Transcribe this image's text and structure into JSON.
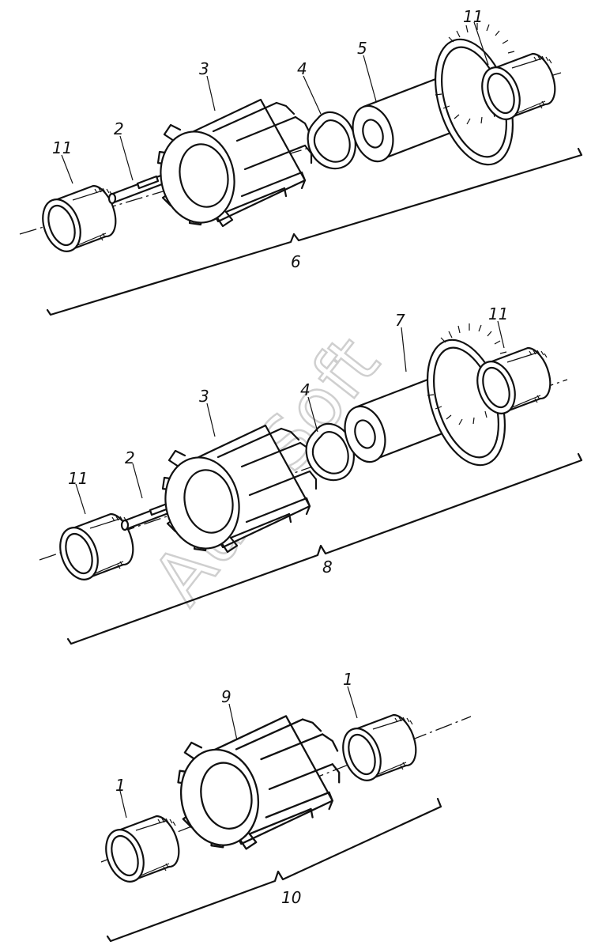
{
  "assemblies": [
    {
      "group_label": "6",
      "parts": [
        {
          "key": "ring_left",
          "label": "11"
        },
        {
          "key": "shaft",
          "label": "2"
        },
        {
          "key": "wheel",
          "label": "3"
        },
        {
          "key": "seal",
          "label": "4"
        },
        {
          "key": "sprocket_hub",
          "label": "5"
        },
        {
          "key": "ring_right",
          "label": "11"
        }
      ]
    },
    {
      "group_label": "8",
      "parts": [
        {
          "key": "ring_left",
          "label": "11"
        },
        {
          "key": "shaft",
          "label": "2"
        },
        {
          "key": "wheel",
          "label": "3"
        },
        {
          "key": "seal",
          "label": "4"
        },
        {
          "key": "sprocket_hub",
          "label": "7"
        },
        {
          "key": "ring_right",
          "label": "11"
        }
      ]
    },
    {
      "group_label": "10",
      "parts": [
        {
          "key": "ring_left",
          "label": "1"
        },
        {
          "key": "wheel",
          "label": "9"
        },
        {
          "key": "ring_right",
          "label": "1"
        }
      ]
    }
  ],
  "watermark": "AutoSoft"
}
